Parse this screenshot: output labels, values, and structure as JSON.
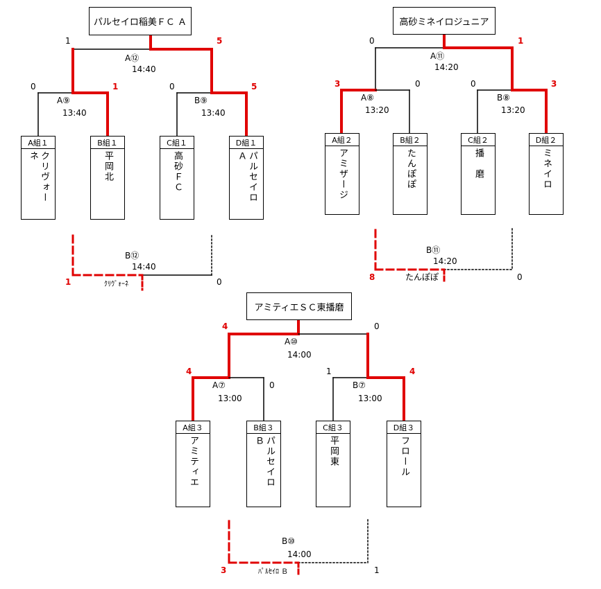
{
  "brackets": {
    "b1": {
      "title": "パルセイロ稲美ＦＣ Ａ",
      "teams": [
        {
          "group": "A組１",
          "name": "クリヴォーネ"
        },
        {
          "group": "B組１",
          "name": "平岡北"
        },
        {
          "group": "C組１",
          "name": "高砂ＦＣ"
        },
        {
          "group": "D組１",
          "name": "パルセイロＡ"
        }
      ],
      "semi_left": {
        "match": "A⑨",
        "time": "13:40",
        "score_left": "0",
        "score_right": "1"
      },
      "semi_right": {
        "match": "B⑨",
        "time": "13:40",
        "score_left": "0",
        "score_right": "5"
      },
      "final": {
        "match": "A⑫",
        "time": "14:40",
        "score_left": "1",
        "score_right": "5"
      },
      "consolation": {
        "match": "B⑫",
        "time": "14:40",
        "score_left": "1",
        "score_right": "0",
        "winner": "ｸﾘｳﾞｫｰﾈ"
      }
    },
    "b2": {
      "title": "高砂ミネイロジュニア",
      "teams": [
        {
          "group": "A組２",
          "name": "アミザージ"
        },
        {
          "group": "B組２",
          "name": "たんぽぽ"
        },
        {
          "group": "C組２",
          "name": "播　磨"
        },
        {
          "group": "D組２",
          "name": "ミネイロ"
        }
      ],
      "semi_left": {
        "match": "A⑧",
        "time": "13:20",
        "score_left": "3",
        "score_right": "0"
      },
      "semi_right": {
        "match": "B⑧",
        "time": "13:20",
        "score_left": "0",
        "score_right": "3"
      },
      "final": {
        "match": "A⑪",
        "time": "14:20",
        "score_left": "0",
        "score_right": "1"
      },
      "consolation": {
        "match": "B⑪",
        "time": "14:20",
        "score_left": "8",
        "score_right": "0",
        "winner": "たんぽぽ"
      }
    },
    "b3": {
      "title": "アミティエＳＣ東播磨",
      "teams": [
        {
          "group": "A組３",
          "name": "アミティエ"
        },
        {
          "group": "B組３",
          "name": "パルセイロＢ"
        },
        {
          "group": "C組３",
          "name": "平岡東"
        },
        {
          "group": "D組３",
          "name": "フロール"
        }
      ],
      "semi_left": {
        "match": "A⑦",
        "time": "13:00",
        "score_left": "4",
        "score_right": "0"
      },
      "semi_right": {
        "match": "B⑦",
        "time": "13:00",
        "score_left": "1",
        "score_right": "4"
      },
      "final": {
        "match": "A⑩",
        "time": "14:00",
        "score_left": "4",
        "score_right": "0"
      },
      "consolation": {
        "match": "B⑩",
        "time": "14:00",
        "score_left": "3",
        "score_right": "1",
        "winner": "ﾊﾟﾙｾｲﾛ Ｂ"
      }
    }
  },
  "colors": {
    "winner_line": "#e00000",
    "line": "#000000"
  }
}
